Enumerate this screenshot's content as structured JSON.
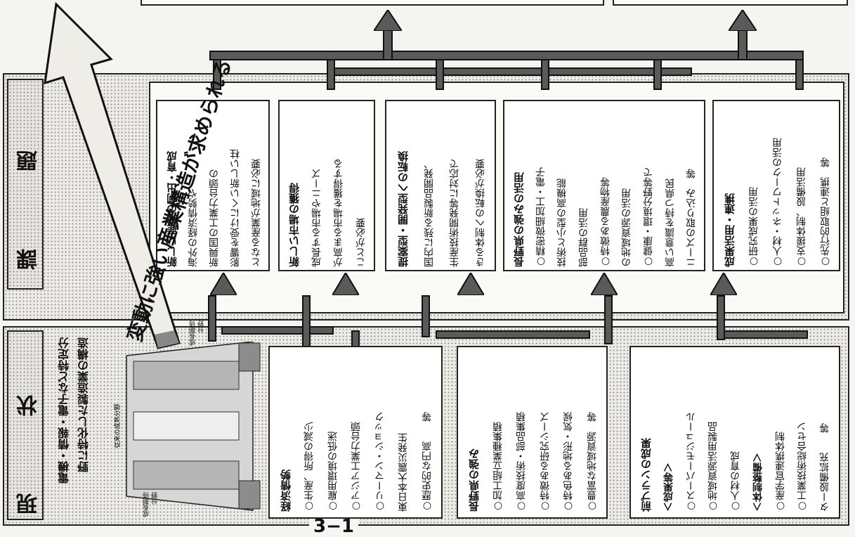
{
  "labels": {
    "current": "現　状",
    "issues": "課　題",
    "page_number": "3−1"
  },
  "structure": {
    "description_lines": [
      "電機・情報・電子など特定分",
      "野に特化した製造業の構造"
    ],
    "center_label": "従来の成熟分野",
    "left_label": [
      "成長期待",
      "分野"
    ],
    "right_label": [
      "成長期待",
      "分野"
    ]
  },
  "big_arrow": "変動に強い産業構造が求められる",
  "current_boxes": [
    {
      "title": "経済情勢",
      "lines": [
        {
          "text": "○生産、所得の減少",
          "kind": "item"
        },
        {
          "text": "○雇用環境の低迷",
          "kind": "item"
        },
        {
          "text": "○アジア工業力台頭",
          "kind": "item"
        },
        {
          "text": "○リーマン・ショック",
          "kind": "item"
        },
        {
          "text": "東日本大震災発生",
          "kind": "sub"
        },
        {
          "text": "○歴史的な円高　　等",
          "kind": "item"
        }
      ]
    },
    {
      "title": "長野県の強み",
      "lines": [
        {
          "text": "○加工組立業種集積",
          "kind": "item"
        },
        {
          "text": "○高度技術・部品集積",
          "kind": "item"
        },
        {
          "text": "○特徴ある研究シーズ",
          "kind": "item"
        },
        {
          "text": "○特色ある地形・気候",
          "kind": "item"
        },
        {
          "text": "○豊富な地域資源　等",
          "kind": "item"
        }
      ]
    },
    {
      "title": "前プランの成果",
      "lines": [
        {
          "text": "＜成果等＞",
          "kind": "hdr"
        },
        {
          "text": "○スーパーモジュール",
          "kind": "sub"
        },
        {
          "text": "○地域資源活用製品",
          "kind": "sub"
        },
        {
          "text": "○人材の育成",
          "kind": "sub"
        },
        {
          "text": "＜体制整備＞",
          "kind": "hdr"
        },
        {
          "text": "○産学官連携体制",
          "kind": "sub"
        },
        {
          "text": "○工業技術総合セン",
          "kind": "sub"
        },
        {
          "text": "ター設備拡充　　等",
          "kind": "sub"
        }
      ]
    }
  ],
  "issue_boxes": [
    {
      "title": "新しい産業の創出・育成",
      "lines": [
        {
          "text": "海外の経済情勢や",
          "kind": "sub"
        },
        {
          "text": "新興国の工業力台頭の",
          "kind": "item"
        },
        {
          "text": "影響を受けにくい新しい柱",
          "kind": "item"
        },
        {
          "text": "となる産業が地域に必要",
          "kind": "item"
        }
      ]
    },
    {
      "title": "新しい市場の獲得",
      "lines": [
        {
          "text": "成長する市場やニーズ",
          "kind": "sub"
        },
        {
          "text": "が高まる市場を獲得する",
          "kind": "item"
        },
        {
          "text": "ことが必要",
          "kind": "item"
        }
      ]
    },
    {
      "title": "提案型・開発型への転換",
      "lines": [
        {
          "text": "国内に残る新製品開発、",
          "kind": "sub"
        },
        {
          "text": "生産技術開発等に対応で",
          "kind": "item"
        },
        {
          "text": "きる体制への転換が必要",
          "kind": "item"
        }
      ]
    },
    {
      "title": "長野県の強みの活用",
      "lines": [
        {
          "text": "○精密微細加工・電子",
          "kind": "item"
        },
        {
          "text": "技術と小型の高機能",
          "kind": "sub"
        },
        {
          "text": "部品群の活用",
          "kind": "sub"
        },
        {
          "text": "○特徴ある農産物等",
          "kind": "item"
        },
        {
          "text": "の地域資源の活用",
          "kind": "sub"
        },
        {
          "text": "○健康・環境分野等で",
          "kind": "item"
        },
        {
          "text": "高い意識を持つ県民",
          "kind": "sub"
        },
        {
          "text": "ニーズの取り込み　等",
          "kind": "sub"
        }
      ]
    },
    {
      "title": "成果活用・連携",
      "lines": [
        {
          "text": "○研究成果の活用",
          "kind": "item"
        },
        {
          "text": "○人材・ネットワークの活用",
          "kind": "item"
        },
        {
          "text": "○支援体制、設備活用",
          "kind": "item"
        },
        {
          "text": "○先行的取組と連携　等",
          "kind": "item"
        }
      ]
    }
  ]
}
